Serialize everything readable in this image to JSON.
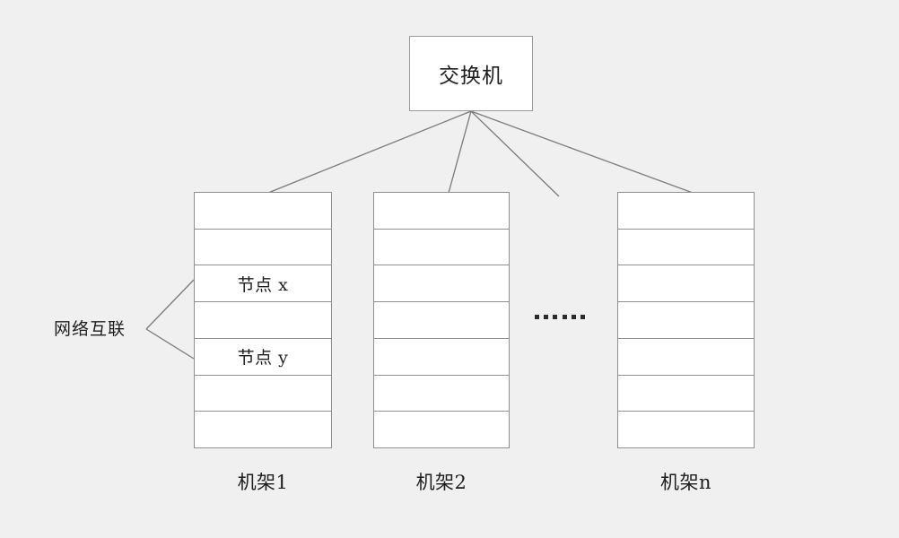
{
  "diagram": {
    "background_color": "#f0f0f0",
    "line_color": "#7a7a7a",
    "box_fill": "#ffffff",
    "box_border": "#8f8f8f",
    "text_color": "#1d1d1d",
    "switch": {
      "label": "交换机"
    },
    "annotation": {
      "network_label": "网络互联"
    },
    "ellipsis": {
      "dot_count": 6,
      "text": "······"
    },
    "racks": [
      {
        "id": "rack-1",
        "caption": "机架1",
        "slot_count": 7,
        "slots": [
          "",
          "",
          "节点 x",
          "",
          "节点 y",
          "",
          ""
        ]
      },
      {
        "id": "rack-2",
        "caption": "机架2",
        "slot_count": 7,
        "slots": [
          "",
          "",
          "",
          "",
          "",
          "",
          ""
        ]
      },
      {
        "id": "rack-n",
        "caption": "机架n",
        "slot_count": 7,
        "slots": [
          "",
          "",
          "",
          "",
          "",
          "",
          ""
        ]
      }
    ]
  }
}
